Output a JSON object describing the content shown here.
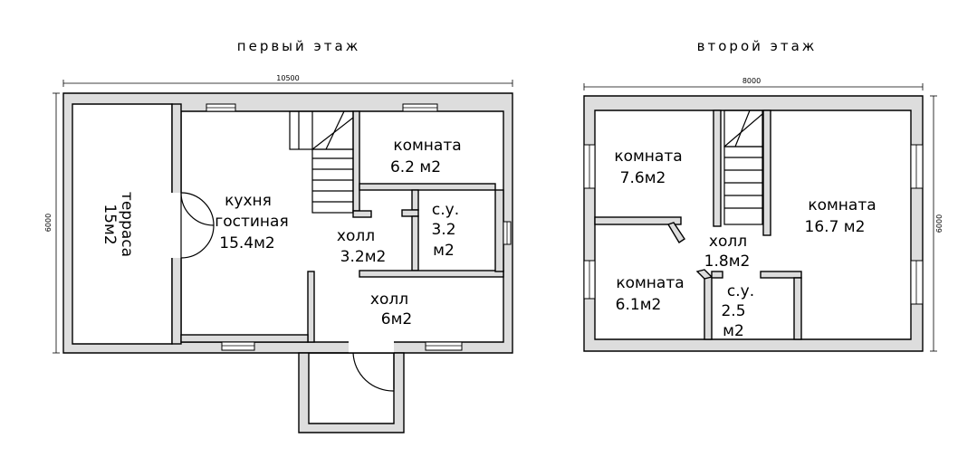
{
  "floor1": {
    "title": "первый этаж",
    "width_dim": "10500",
    "height_dim": "6000",
    "terrace": {
      "line1": "терраса",
      "line2": "15м2"
    },
    "kitchen": {
      "line1": "кухня",
      "line2": "гостиная",
      "line3": "15.4м2"
    },
    "room": {
      "line1": "комната",
      "line2": "6.2 м2"
    },
    "bath": {
      "line1": "с.у.",
      "line2": "3.2",
      "line3": "м2"
    },
    "hall_small": {
      "line1": "холл",
      "line2": "3.2м2"
    },
    "hall": {
      "line1": "холл",
      "line2": "6м2"
    }
  },
  "floor2": {
    "title": "второй этаж",
    "width_dim": "8000",
    "height_dim": "6000",
    "room_a": {
      "line1": "комната",
      "line2": "7.6м2"
    },
    "room_b": {
      "line1": "комната",
      "line2": "16.7 м2"
    },
    "room_c": {
      "line1": "комната",
      "line2": "6.1м2"
    },
    "hall": {
      "line1": "холл",
      "line2": "1.8м2"
    },
    "bath": {
      "line1": "с.у.",
      "line2": "2.5",
      "line3": "м2"
    }
  }
}
